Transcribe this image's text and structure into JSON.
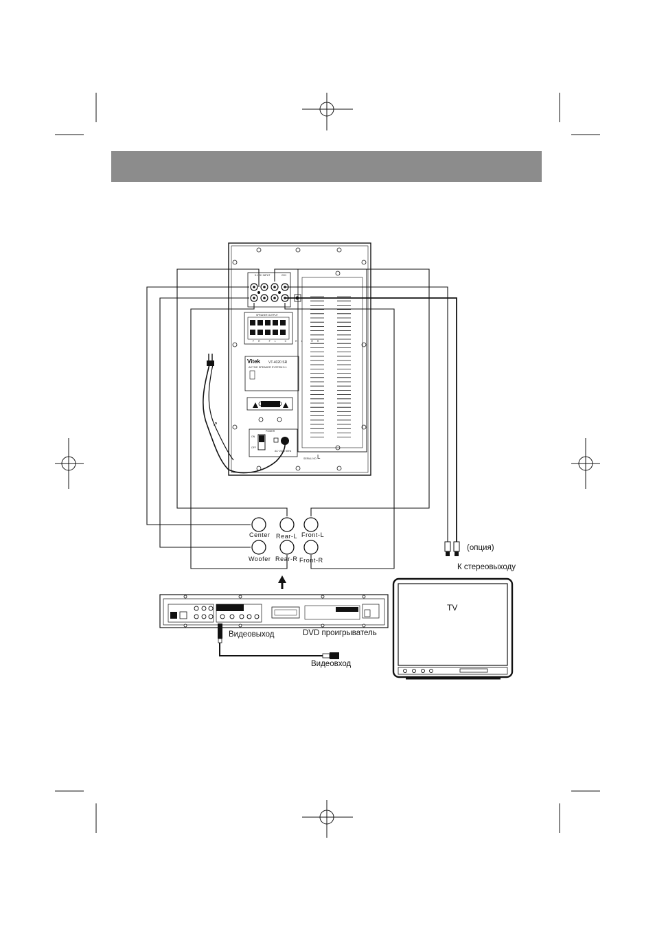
{
  "connectors": {
    "center": "Center",
    "rear_l": "Rear-L",
    "front_l": "Front-L",
    "woofer": "Woofer",
    "rear_r": "Rear-R",
    "front_r": "Front-R"
  },
  "captions": {
    "option": "(опция)",
    "to_stereo_out": "К стереовыходу",
    "video_out": "Видеовыход",
    "dvd_player": "DVD проигрыватель",
    "video_in": "Видеовход",
    "tv": "TV"
  },
  "subwoofer_panel": {
    "brand": "Vitek",
    "model": "VT-4020 SR",
    "system_name": "ACTIVE SPEAKER SYSTEM 5.1",
    "speaker_output": "SPEAKER OUTPUT",
    "power": "POWER",
    "caution": "CAUTION",
    "switch_on": "ON",
    "switch_off": "OFF",
    "ac_rating": "AC~220V 50Hz",
    "serial": "SERIAL NO.",
    "serial_value": "L",
    "channel_labels": [
      "FR",
      "FL",
      "C",
      "RL",
      "RR"
    ]
  },
  "colors": {
    "header_band": "#8c8c8c",
    "line": "#111111"
  }
}
